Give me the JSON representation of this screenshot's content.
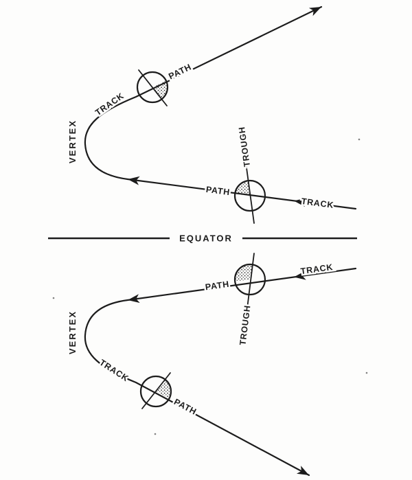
{
  "figure": {
    "description": "Recurving storm tracks north and south of the equator",
    "equator": "EQUATOR",
    "north": {
      "track_east": "TRACK",
      "path_east": "PATH",
      "trough": "TROUGH",
      "vertex": "VERTEX",
      "track_west": "TRACK",
      "path_west": "PATH"
    },
    "south": {
      "track_east": "TRACK",
      "path_east": "PATH",
      "trough": "TROUGH",
      "vertex": "VERTEX",
      "track_west": "TRACK",
      "path_west": "PATH"
    }
  },
  "colors": {
    "ink": "#1c1c1c",
    "paper": "#fdfdfc"
  }
}
